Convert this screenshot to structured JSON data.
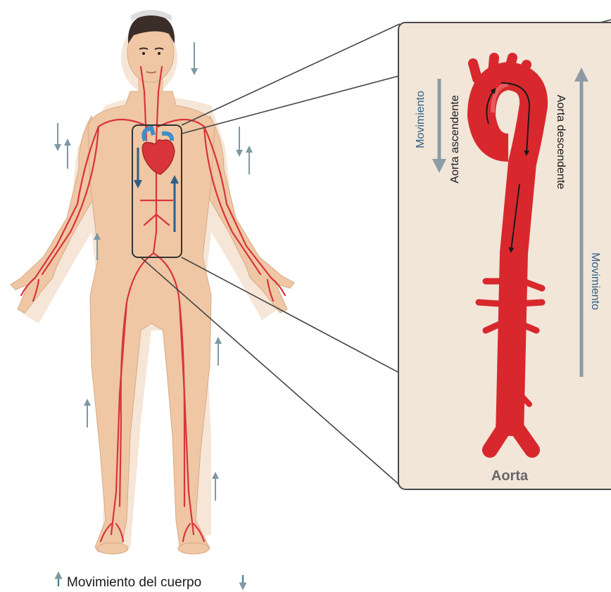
{
  "labels": {
    "ascending_aorta": "Aorta ascendente",
    "descending_aorta": "Aorta descendente",
    "movement_left": "Movimiento",
    "movement_right": "Movimiento",
    "aorta": "Aorta",
    "body_movement": "Movimiento del cuerpo"
  },
  "colors": {
    "skin": "#efc7a4",
    "skin_shadow": "#f5e2d1",
    "artery": "#d9343a",
    "aorta": "#d8282d",
    "vein": "#3d8fc9",
    "panel_bg": "#f2e6d9",
    "panel_border": "#4a4a4a",
    "arrow_navy": "#2f5f86",
    "arrow_grey": "#8d9ba5",
    "arrow_teal": "#7f98a3",
    "hair": "#3b2d28"
  },
  "icons": {
    "up_arrow": "arrow-up-icon",
    "down_arrow": "arrow-down-icon"
  }
}
